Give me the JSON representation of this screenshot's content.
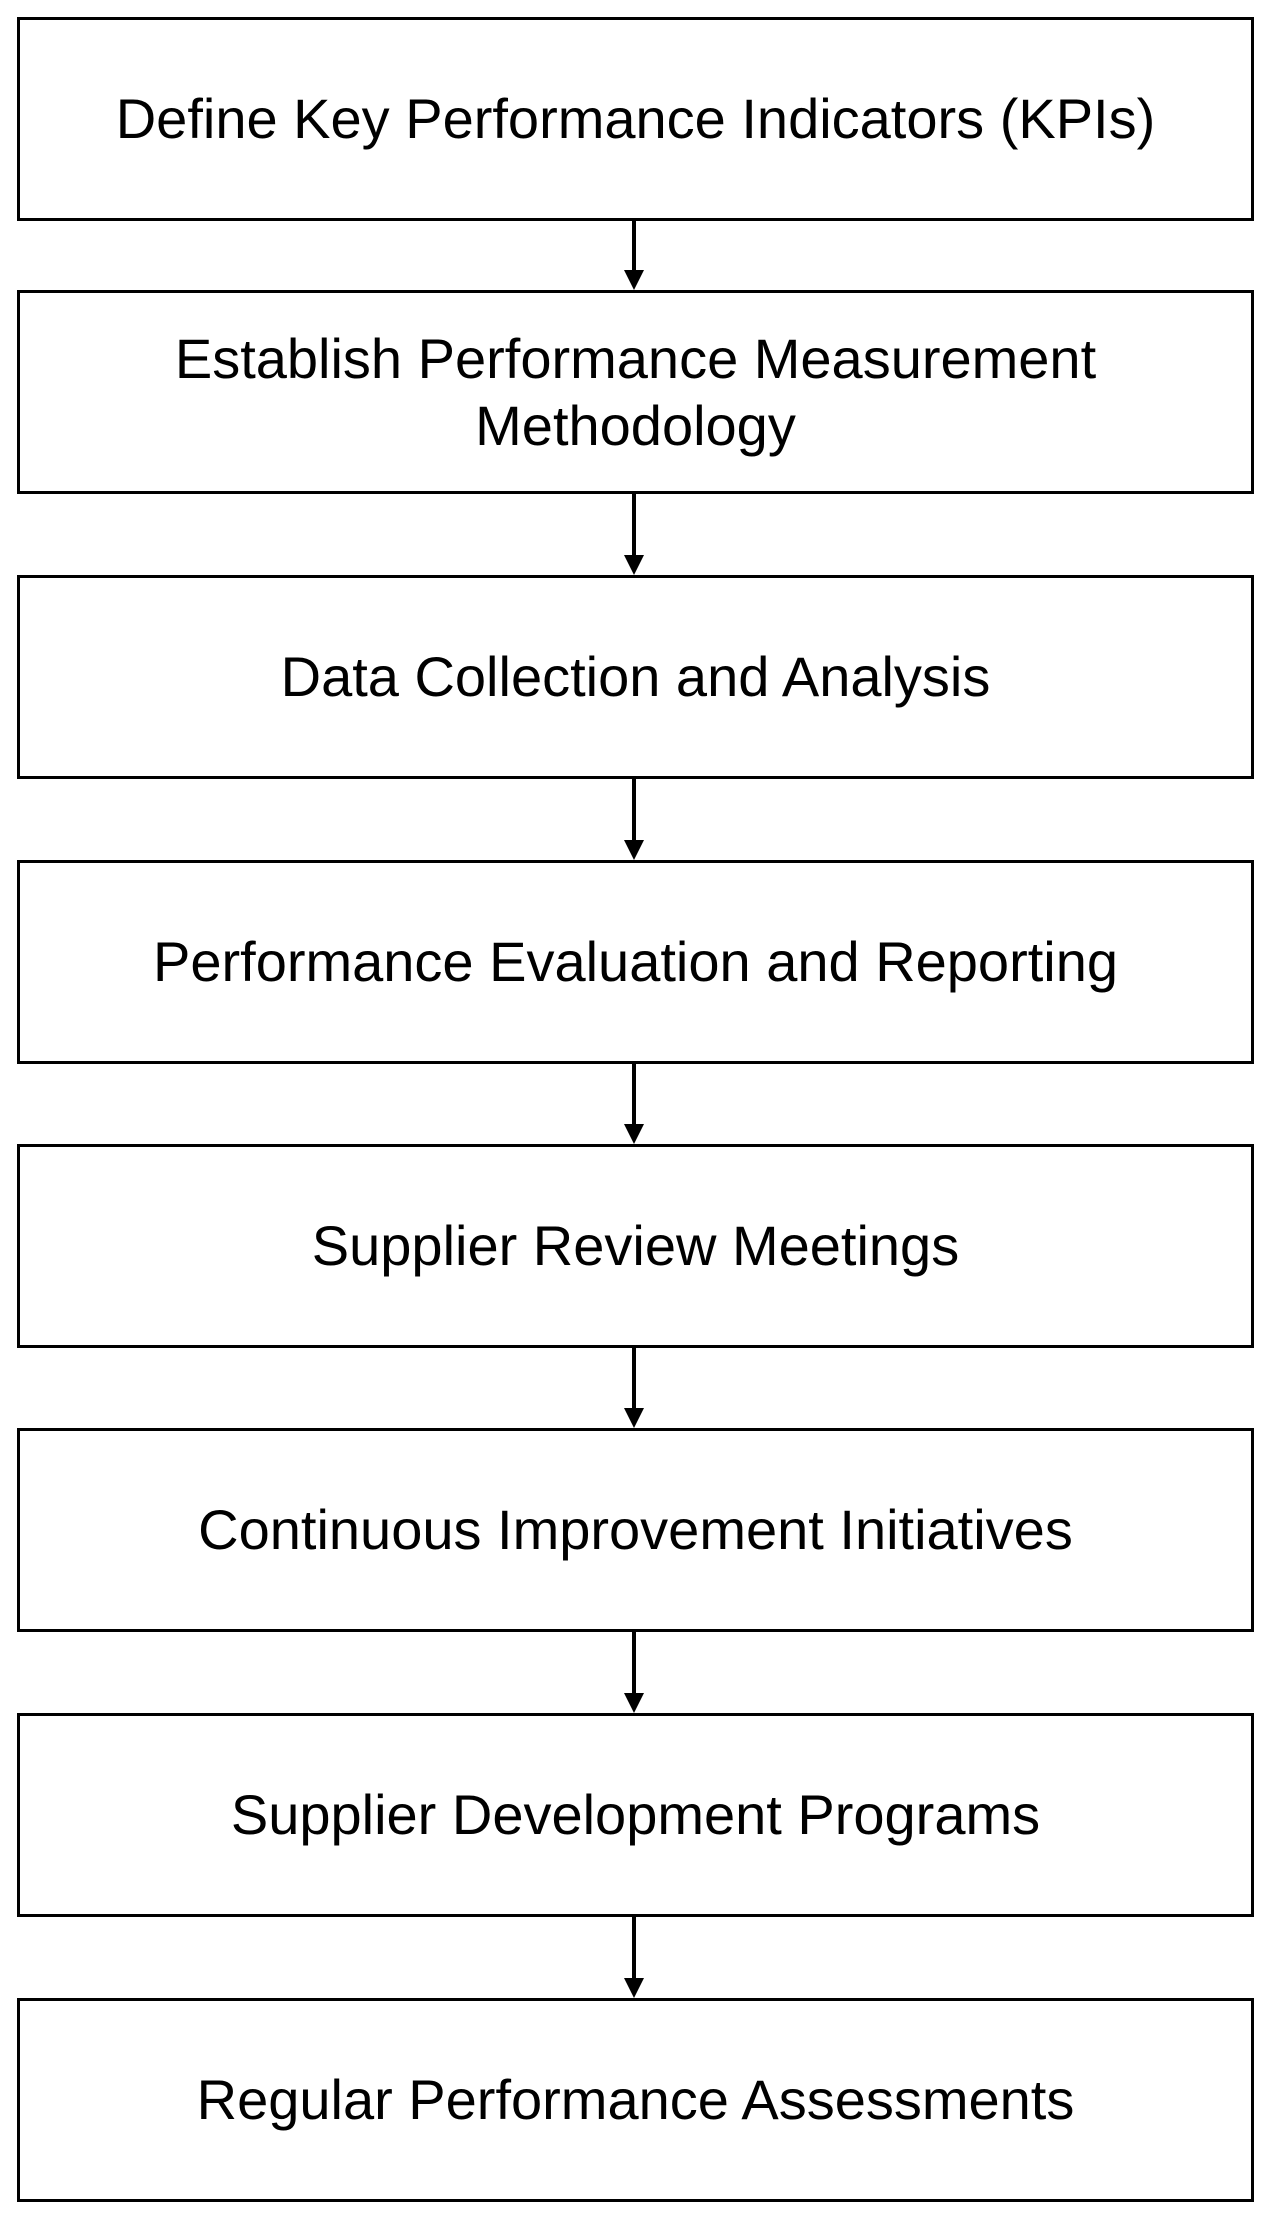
{
  "flowchart": {
    "steps": [
      "Define Key Performance Indicators (KPIs)",
      "Establish Performance Measurement Methodology",
      "Data Collection and Analysis",
      "Performance Evaluation and Reporting",
      "Supplier Review Meetings",
      "Continuous Improvement Initiatives",
      "Supplier Development Programs",
      "Regular Performance Assessments"
    ]
  }
}
